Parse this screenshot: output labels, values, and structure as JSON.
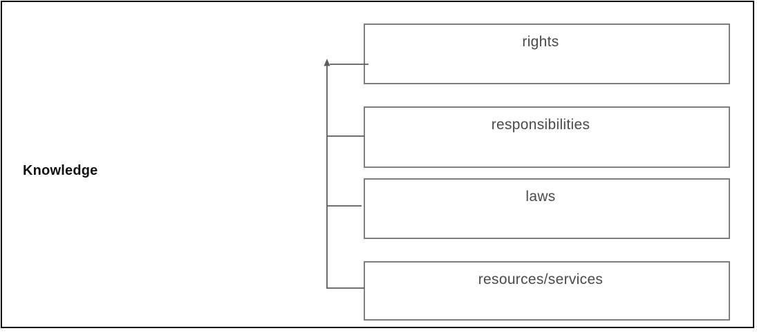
{
  "diagram": {
    "root_label": "Knowledge",
    "boxes": [
      {
        "label": "rights"
      },
      {
        "label": "responsibilities"
      },
      {
        "label": "laws"
      },
      {
        "label": "resources/services"
      }
    ],
    "connector": {
      "style": "vertical trunk with upward arrowhead and horizontal branches to each box"
    },
    "colors": {
      "frame": "#000000",
      "background": "#ffffff",
      "box_border": "#7f7f7f",
      "box_text": "#4a4a4a",
      "root_text": "#111111",
      "connector_line": "#5c5c5c"
    }
  }
}
